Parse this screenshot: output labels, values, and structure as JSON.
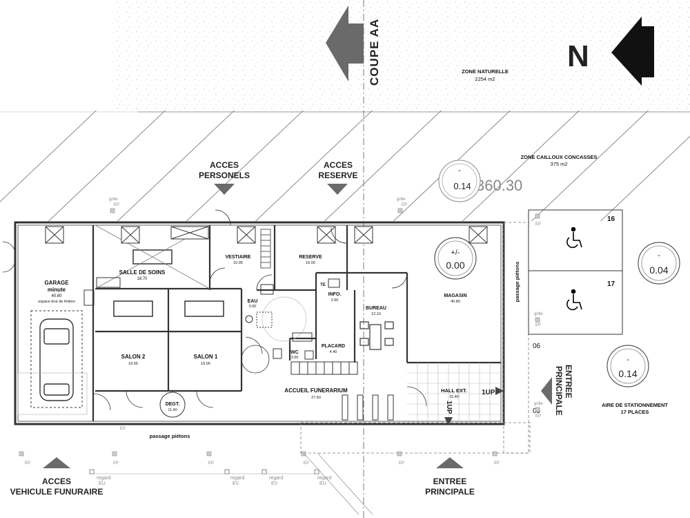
{
  "compass": {
    "north_label": "N"
  },
  "section_marker": {
    "label": "COUPE AA"
  },
  "zones": {
    "naturelle": {
      "name": "ZONE NATURELLE",
      "area": "2254 m2"
    },
    "cailloux": {
      "name": "ZONE CAILLOUX CONCASSES",
      "area": "375 m2"
    },
    "parking": {
      "name": "AIRE DE STATIONNEMENT",
      "places": "17 PLACES"
    }
  },
  "rooms": {
    "garage": {
      "name": "GARAGE",
      "name2": "minute",
      "area": "40.80",
      "note": "espace brut de finition"
    },
    "salle_soins": {
      "name": "SALLE DE SOINS",
      "area": "18.70"
    },
    "vestiaire": {
      "name": "VESTIAIRE",
      "area": "10.05"
    },
    "reserve": {
      "name": "RESERVE",
      "area": "16.00"
    },
    "magasin": {
      "name": "MAGASIN",
      "area": "40.80"
    },
    "eau": {
      "name": "EAU",
      "area": "3.00"
    },
    "info": {
      "name": "INFO.",
      "area": "2.50"
    },
    "bureau": {
      "name": "BUREAU",
      "area": "12.10"
    },
    "placard": {
      "name": "PLACARD",
      "area": "4.40"
    },
    "wc": {
      "name": "WC",
      "area": "3.50"
    },
    "salon2": {
      "name": "SALON 2",
      "area": "19.05"
    },
    "salon1": {
      "name": "SALON 1",
      "area": "19.05"
    },
    "degt": {
      "name": "DEGT.",
      "area": "11.40"
    },
    "accueil": {
      "name": "ACCUEIL FUNERARIUM",
      "area": "27.60"
    },
    "hall": {
      "name": "HALL EXT.",
      "area": "15.40"
    },
    "te": {
      "name": "TE"
    }
  },
  "accesses": {
    "personels": {
      "line1": "ACCES",
      "line2": "PERSONELS"
    },
    "reserve": {
      "line1": "ACCES",
      "line2": "RESERVE"
    },
    "vehicule": {
      "line1": "ACCES",
      "line2": "VEHICULE FUNURAIRE"
    },
    "entree_bottom": {
      "line1": "ENTREE",
      "line2": "PRINCIPALE"
    },
    "entree_right": {
      "line1": "ENTREE",
      "line2": "PRINCIPALE"
    }
  },
  "levels": {
    "top": {
      "sign": "-",
      "value": "0.14"
    },
    "interior": {
      "sign": "+/-",
      "value": "0.00"
    },
    "right": {
      "sign": "-",
      "value": "0.04"
    },
    "parking": {
      "sign": "-",
      "value": "0.14"
    }
  },
  "elevation_text": "360.30",
  "passages": {
    "bottom": "passage piétons",
    "right": "passage piétons"
  },
  "parking_spots": {
    "a": "16",
    "b": "17"
  },
  "step_labels": {
    "a": "1UP",
    "b": "1UP"
  },
  "side_marks": {
    "a": "06",
    "b": "05"
  },
  "drain_labels": {
    "grille": "grille",
    "ep": "EP",
    "regard": "regard",
    "eu": "EU",
    "ev": "EV"
  }
}
